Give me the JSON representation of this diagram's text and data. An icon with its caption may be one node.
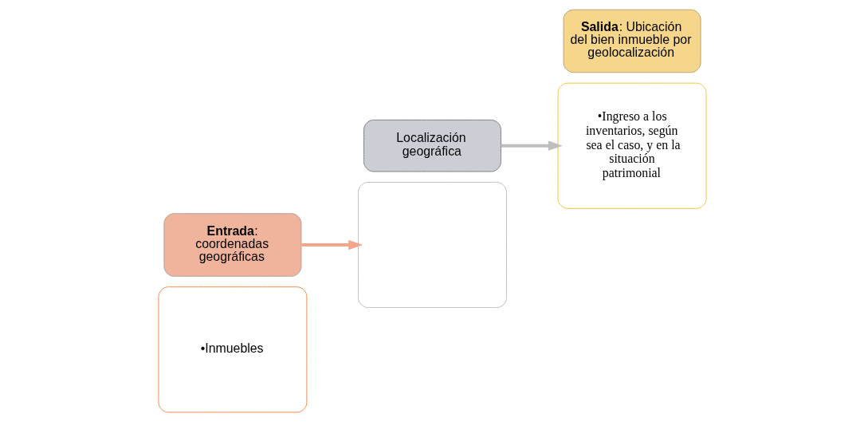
{
  "diagram": {
    "nodes": [
      {
        "text": [
          "•Inmuebles"
        ]
      },
      {
        "text": [
          "**Entrada**: coordenadas geográficas"
        ]
      },
      {
        "text": [],
        "shape": "box"
      },
      {
        "text": [
          "Localización geográfica"
        ]
      },
      {
        "text": [
          "•Ingreso a los inventarios, según sea el caso, y en la situación patrimonial"
        ]
      },
      {
        "text": [
          "**Salida**: Ubicación del bien inmueble por geolocalización"
        ]
      }
    ],
    "edges": [
      {
        "from": 1,
        "to": 2,
        "arrow": "to",
        "color": "#f4a58a"
      },
      {
        "from": 3,
        "to": 4,
        "arrow": "to",
        "color": "#bfbfbf"
      }
    ]
  }
}
